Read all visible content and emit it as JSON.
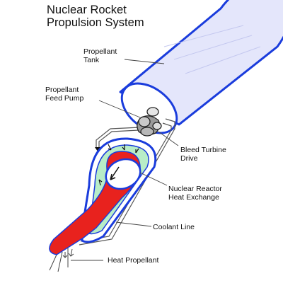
{
  "title": {
    "line1": "Nuclear Rocket",
    "line2": "Propulsion System"
  },
  "labels": {
    "propellant_tank": {
      "line1": "Propellant",
      "line2": "Tank"
    },
    "feed_pump": {
      "line1": "Propellant",
      "line2": "Feed Pump"
    },
    "bleed_turbine": {
      "line1": "Bleed Turbine",
      "line2": "Drive"
    },
    "reactor": {
      "line1": "Nuclear Reactor",
      "line2": "Heat Exchange"
    },
    "coolant_line": "Coolant Line",
    "heat_propellant": "Heat Propellant"
  },
  "colors": {
    "outline": "#1a3cdc",
    "tank_fill": "#e4e6fb",
    "hot_gas": "#e8221e",
    "coolant": "#b8edc7",
    "pump_gray": "#9a9a9a",
    "leader": "#444444"
  }
}
